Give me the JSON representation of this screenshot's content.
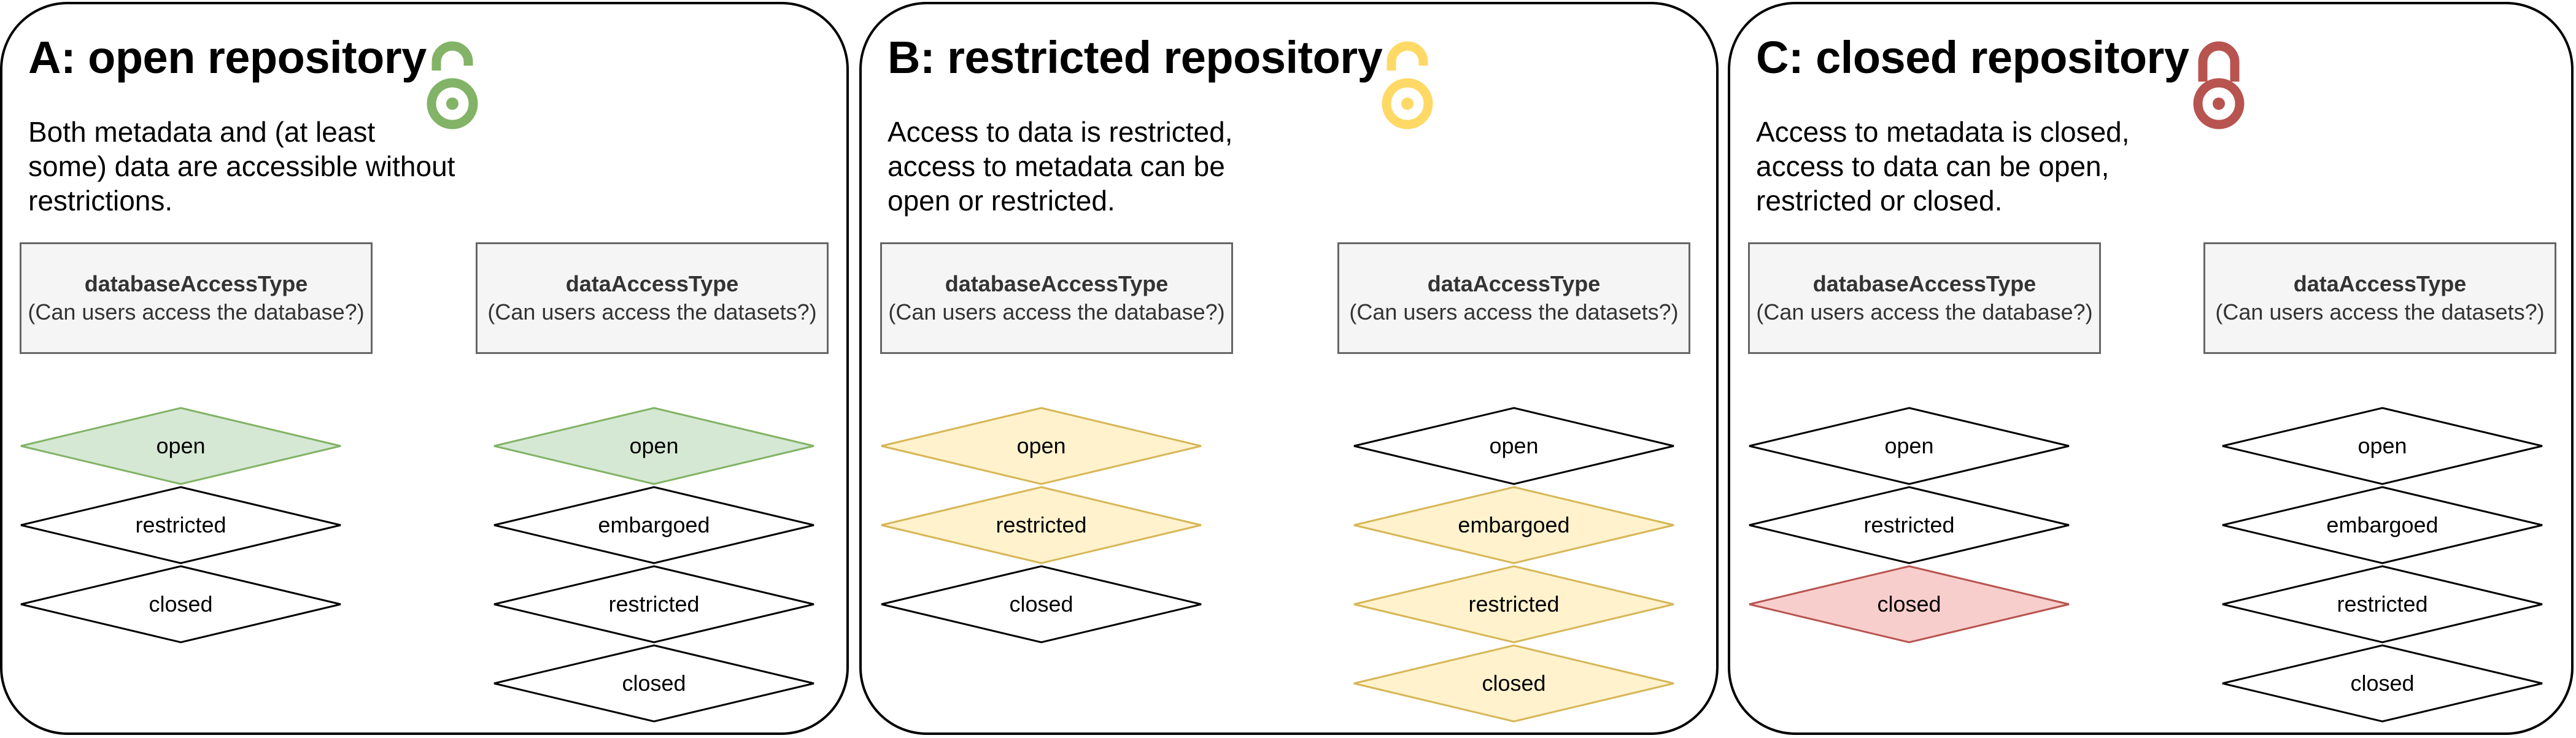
{
  "panels": [
    {
      "id": "a",
      "title": "A: open repository",
      "lock": {
        "state": "open",
        "color": "#82b366"
      },
      "description": "Both metadata and (at least\nsome) data are accessible without\nrestrictions.",
      "database": {
        "title": "databaseAccessType",
        "subtitle": "(Can users access the database?)",
        "options": [
          {
            "label": "open",
            "fill": "#d5e8d4",
            "stroke": "#82b366"
          },
          {
            "label": "restricted",
            "fill": "#ffffff",
            "stroke": "#000000"
          },
          {
            "label": "closed",
            "fill": "#ffffff",
            "stroke": "#000000"
          }
        ]
      },
      "data": {
        "title": "dataAccessType",
        "subtitle": "(Can users access the datasets?)",
        "options": [
          {
            "label": "open",
            "fill": "#d5e8d4",
            "stroke": "#82b366"
          },
          {
            "label": "embargoed",
            "fill": "#ffffff",
            "stroke": "#000000"
          },
          {
            "label": "restricted",
            "fill": "#ffffff",
            "stroke": "#000000"
          },
          {
            "label": "closed",
            "fill": "#ffffff",
            "stroke": "#000000"
          }
        ]
      }
    },
    {
      "id": "b",
      "title": "B: restricted repository",
      "lock": {
        "state": "open",
        "color": "#ffd966"
      },
      "description": "Access to data is restricted,\n access to metadata can be\nopen or restricted.",
      "database": {
        "title": "databaseAccessType",
        "subtitle": "(Can users access the database?)",
        "options": [
          {
            "label": "open",
            "fill": "#fff2cc",
            "stroke": "#d6b656"
          },
          {
            "label": "restricted",
            "fill": "#fff2cc",
            "stroke": "#d6b656"
          },
          {
            "label": "closed",
            "fill": "#ffffff",
            "stroke": "#000000"
          }
        ]
      },
      "data": {
        "title": "dataAccessType",
        "subtitle": "(Can users access the datasets?)",
        "options": [
          {
            "label": "open",
            "fill": "#ffffff",
            "stroke": "#000000"
          },
          {
            "label": "embargoed",
            "fill": "#fff2cc",
            "stroke": "#d6b656"
          },
          {
            "label": "restricted",
            "fill": "#fff2cc",
            "stroke": "#d6b656"
          },
          {
            "label": "closed",
            "fill": "#fff2cc",
            "stroke": "#d6b656"
          }
        ]
      }
    },
    {
      "id": "c",
      "title": "C: closed repository",
      "lock": {
        "state": "closed",
        "color": "#b85450"
      },
      "description": "Access to metadata is closed,\naccess to data can be open,\nrestricted or closed.",
      "database": {
        "title": "databaseAccessType",
        "subtitle": "(Can users access the database?)",
        "options": [
          {
            "label": "open",
            "fill": "#ffffff",
            "stroke": "#000000"
          },
          {
            "label": "restricted",
            "fill": "#ffffff",
            "stroke": "#000000"
          },
          {
            "label": "closed",
            "fill": "#f8cecc",
            "stroke": "#b85450"
          }
        ]
      },
      "data": {
        "title": "dataAccessType",
        "subtitle": "(Can users access the datasets?)",
        "options": [
          {
            "label": "open",
            "fill": "#ffffff",
            "stroke": "#000000"
          },
          {
            "label": "embargoed",
            "fill": "#ffffff",
            "stroke": "#000000"
          },
          {
            "label": "restricted",
            "fill": "#ffffff",
            "stroke": "#000000"
          },
          {
            "label": "closed",
            "fill": "#ffffff",
            "stroke": "#000000"
          }
        ]
      }
    }
  ]
}
